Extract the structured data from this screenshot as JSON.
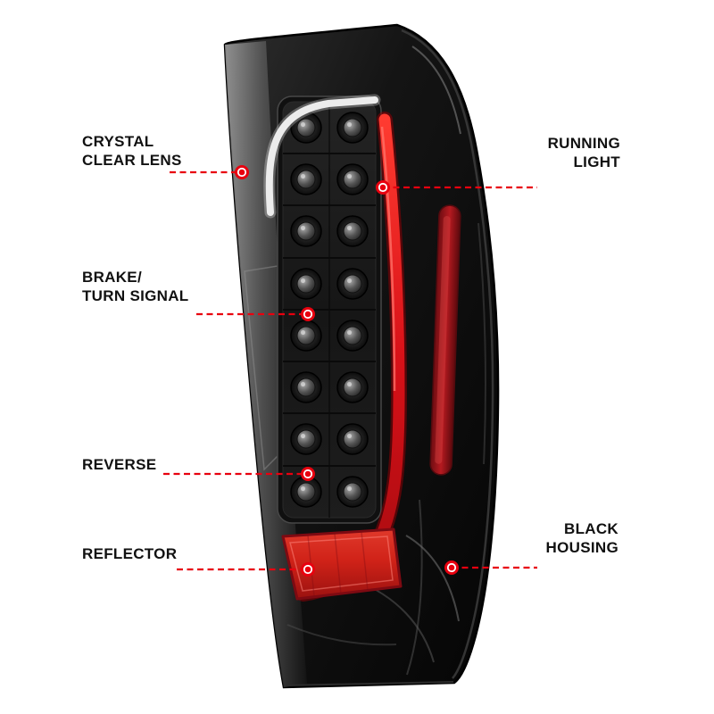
{
  "page": {
    "description": "Annotated product diagram of an aftermarket LED tail light with black housing and clear lens",
    "background_color": "#ffffff"
  },
  "colors": {
    "callout_red": "#e8000f",
    "label_text": "#111111",
    "housing_black": "#0d0d0d",
    "tube_red": "#d81118",
    "reflector_red": "#c8102e",
    "lens_clear": "#1c1c1c"
  },
  "illustration": {
    "name": "led-tail-light-product-photo",
    "features": [
      "crystal clear lens",
      "running light tube",
      "brake/turn signal LED array",
      "reverse LEDs",
      "reflector",
      "black housing",
      "side marker reflector"
    ]
  },
  "callouts": [
    {
      "id": "crystal-clear-lens",
      "side": "left",
      "line1": "CRYSTAL",
      "line2": "CLEAR LENS"
    },
    {
      "id": "running-light",
      "side": "right",
      "line1": "RUNNING",
      "line2": "LIGHT"
    },
    {
      "id": "brake-turn-signal",
      "side": "left",
      "line1": "BRAKE/",
      "line2": "TURN SIGNAL"
    },
    {
      "id": "reverse",
      "side": "left",
      "line1": "REVERSE",
      "line2": ""
    },
    {
      "id": "reflector",
      "side": "left",
      "line1": "REFLECTOR",
      "line2": ""
    },
    {
      "id": "black-housing",
      "side": "right",
      "line1": "BLACK",
      "line2": "HOUSING"
    }
  ]
}
